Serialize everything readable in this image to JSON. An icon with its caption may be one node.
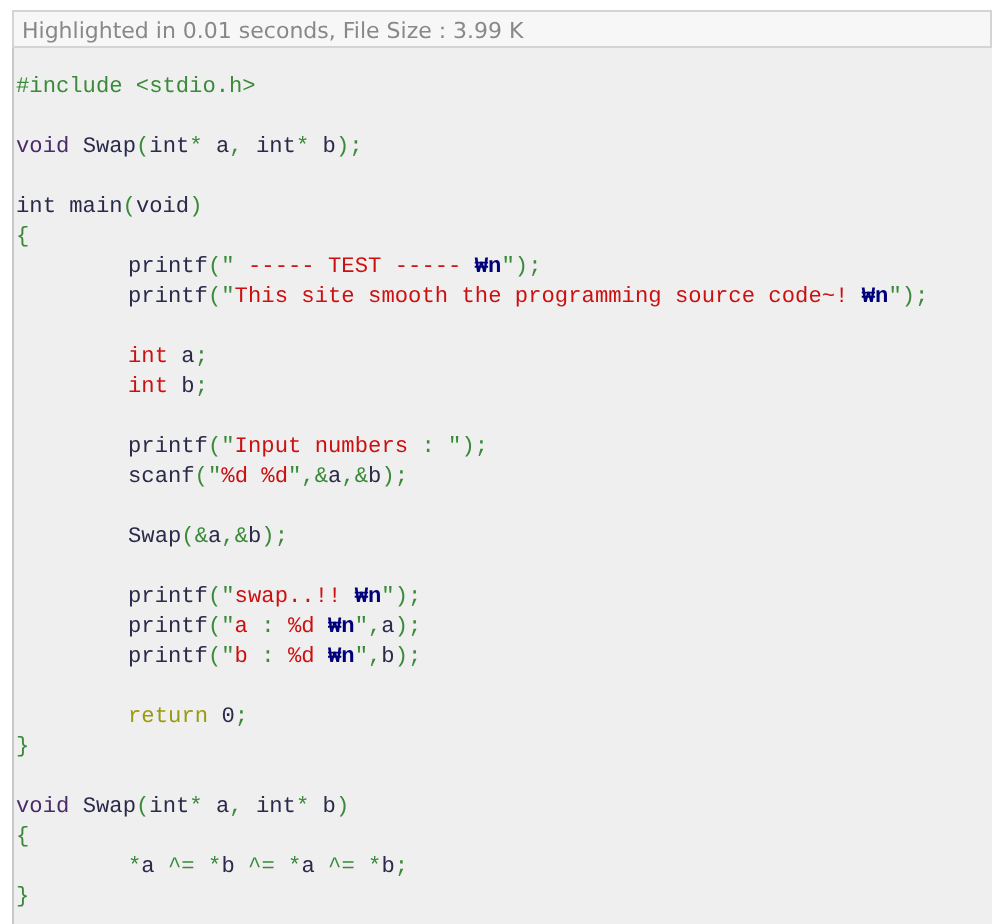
{
  "diagram": {
    "labels": [
      "Highlighted in 0.01 seconds, File Size : 3.99 K",
      "#include <stdio.h>",
      "void Swap(int* a, int* b);",
      "int main(void)",
      "{",
      "printf(\" ----- TEST ----- ₩n\");",
      "printf(\"This site smooth the programming source code~! ₩n\");",
      "int a;",
      "int b;",
      "printf(\"Input numbers : \");",
      "scanf(\"%d %d\",&a,&b);",
      "Swap(&a,&b);",
      "printf(\"swap..!! ₩n\");",
      "printf(\"a : %d ₩n\",a);",
      "printf(\"b : %d ₩n\",b);",
      "return 0;",
      "}",
      "void Swap(int* a, int* b)",
      "{",
      "*a ^= *b ^= *a ^= *b;",
      "}"
    ]
  }
}
